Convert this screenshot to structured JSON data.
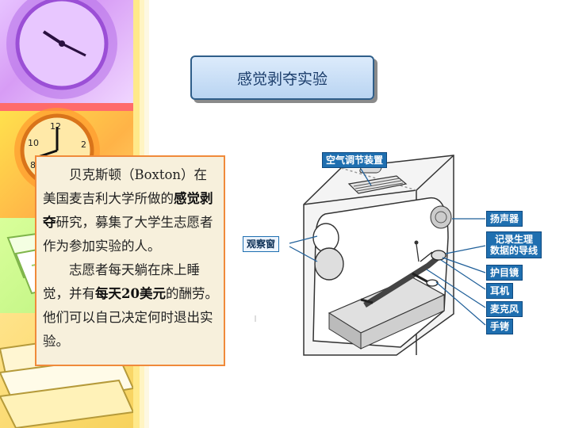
{
  "slide": {
    "title": "感觉剥夺实验",
    "paragraph1": {
      "indent": "　　",
      "part1": "贝克斯顿（Boxton）在美国麦吉利大学所做的",
      "bold1": "感觉剥夺",
      "part2": "研究，募集了大学生志愿者作为参加实验的人。"
    },
    "paragraph2": {
      "indent": "　　",
      "part1": "志愿者每天躺在床上睡觉，并有",
      "bold1": "每天20美元",
      "part2": "的酬劳。他们可以自己决定何时退出实验。"
    }
  },
  "diagram": {
    "labels": {
      "air_conditioner": "空气调节装置",
      "observation_window": "观察窗",
      "speaker": "扬声器",
      "wires_line1": "记录生理",
      "wires_line2": "数据的导线",
      "goggles": "护目镜",
      "earphones": "耳机",
      "microphone": "麦克风",
      "gloves": "手铐"
    }
  },
  "colors": {
    "title_border": "#2f5e8a",
    "text_box_border": "#f08a3a",
    "text_box_fill": "#f7f0dc",
    "label_fill": "#1f6fb0"
  }
}
